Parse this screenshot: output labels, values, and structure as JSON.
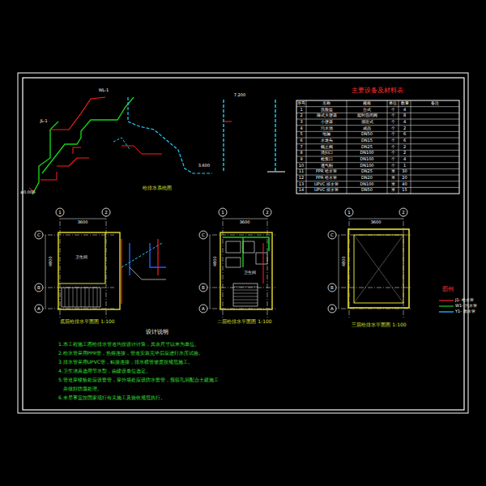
{
  "diagram": {
    "labels": [
      "主要设备及材料表",
      "给排水系统图",
      "底层给排水平面图 1:100",
      "二层给排水平面图 1:100",
      "三层给排水平面图 1:100",
      "设计说明",
      "1.本工程施工图给排水管道均按设计计算，其余尺寸以米为单位。",
      "2.给水管采用PPR管，热熔连接，管道安装完毕后应进行水压试验。",
      "3.排水管采用UPVC管，粘接连接，排水横管坡度按规范施工。",
      "4.卫生洁具选用节水型，由建设单位选定。",
      "5.管道穿楼板处应设套管，穿外墙处应设防水套管，预留孔洞配合土建施工",
      "并做好防腐处理。",
      "6.未尽事宜按国家现行有关施工及验收规范执行。",
      "1",
      "2",
      "C",
      "B",
      "A",
      "1",
      "2",
      "C",
      "B",
      "A",
      "1",
      "2",
      "C",
      "B",
      "A",
      "3600",
      "3600",
      "3600",
      "4800",
      "4800",
      "4800",
      "卫生间",
      "卫生间",
      "JL-1",
      "WL-1",
      "3.600",
      "±0.000",
      "7.200",
      "图例",
      "序号",
      "名称",
      "规格",
      "单位",
      "数量",
      "备注",
      "1",
      "洗脸盆",
      "台式",
      "个",
      "4",
      "2",
      "蹲式大便器",
      "延时自闭阀",
      "个",
      "8",
      "3",
      "小便器",
      "感应式",
      "个",
      "4",
      "4",
      "污水池",
      "成品",
      "个",
      "2",
      "5",
      "地漏",
      "DN50",
      "个",
      "6",
      "6",
      "水龙头",
      "DN15",
      "个",
      "6",
      "7",
      "截止阀",
      "DN25",
      "个",
      "2",
      "8",
      "清扫口",
      "DN100",
      "个",
      "2",
      "9",
      "检查口",
      "DN100",
      "个",
      "4",
      "10",
      "透气帽",
      "DN100",
      "个",
      "1",
      "11",
      "PPR 给水管",
      "DN25",
      "米",
      "30",
      "12",
      "PPR 给水管",
      "DN20",
      "米",
      "20",
      "13",
      "UPVC 排水管",
      "DN100",
      "米",
      "40",
      "14",
      "UPVC 排水管",
      "DN50",
      "米",
      "15"
    ],
    "legend": [
      {
        "text": "J1- 给水管"
      },
      {
        "text": "W1- 污水管"
      },
      {
        "text": "Y1- 雨水管"
      }
    ]
  }
}
